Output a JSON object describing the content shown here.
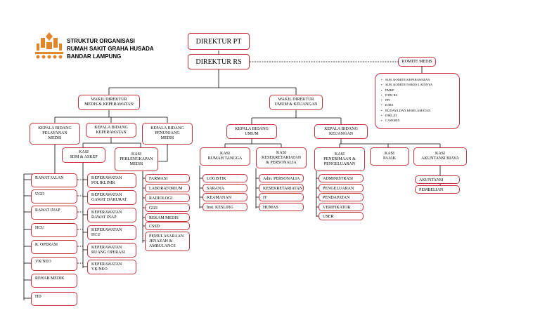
{
  "header": {
    "line1": "STRUKTUR ORGANISASI",
    "line2": "RUMAH SAKIT GRAHA HUSADA",
    "line3": "BANDAR LAMPUNG",
    "logo_color": "#e0852a"
  },
  "top": {
    "direktur_pt": "DIREKTUR PT",
    "direktur_rs": "DIREKTUR RS"
  },
  "komite": {
    "label": "KOMITE MEDIS",
    "items": [
      "SUB. KOMITE KEPERAWATAN",
      "SUB. KOMITE NAKES LAINNYA",
      "PMKP",
      "ETIK RS",
      "PPI",
      "K3RS",
      "BUDAYA DAN KESELAMATAN",
      "DIKLAT",
      "CASEMIX"
    ]
  },
  "wakil": {
    "medis": "WAKIL DIREKTUR\nMEDIS & KEPERAWATAN",
    "umum": "WAKIL DIREKTUR\nUMUM & KEUANGAN"
  },
  "kepala": {
    "pelayanan": "KEPALA BIDANG\nPELAYANAN\nMEDIS",
    "keperawatan": "KEPALA BIDANG\nKEPERAWATAN",
    "penunjang": "KEPALA BIDANG\nPENUNJANG\nMEDIS",
    "umum": "KEPALA BIDANG\nUMUM",
    "keuangan": "KEPALA BIDANG\nKEUANGAN"
  },
  "kasi": {
    "sdm": "KASI\nSDM & ASKEP",
    "perlengkapan": "KASI\nPERLENGKAPAN\nMEDIS",
    "rumah_tangga": "KASI\nRUMAH TANGGA",
    "kesekretariatan": "KASI\nKESEKRETARIATAN\n& PERSONALIA",
    "penerimaan": "KASI\nPENERIMAAN &\nPENGELUARAN",
    "pajak": "KASI\nPAJAK",
    "akuntansi": "KASI\nAKUNTANSI BIAYA"
  },
  "units": {
    "pelayanan": [
      "RAWAT JALAN",
      "UGD",
      "RAWAT INAP",
      "HCU",
      "R. OPERASI",
      "VK/NEO",
      "REHAB MEDIK",
      "HD"
    ],
    "keperawatan": [
      "KEPERAWATAN\nPOLIKLINIK",
      "KEPERAWATAN\nGAWAT DARURAT",
      "KEPERAWATAN\nRAWAT INAP",
      "KEPERAWATAN\nHCU",
      "KEPERAWATAN\nRUANG OPERASI",
      "KEPERAWATAN\nVK/NEO"
    ],
    "penunjang": [
      "FARMASI",
      "LABORATORIUM",
      "RADIOLOGI",
      "GIZI",
      "REKAM MEDIS",
      "CSSD",
      "PEMULASARAAN\nJENAZAH &\nAMBULANCE"
    ],
    "rumah_tangga": [
      "LOGISTIK",
      "SARANA",
      "KEAMANAN",
      "Inst. KESLING"
    ],
    "kesekretariatan": [
      "Adm. PERSONALIA",
      "KESEKRETARIATAN",
      "IT",
      "HUMAS"
    ],
    "penerimaan": [
      "ADMINISTRASI",
      "PENGELUARAN",
      "PENDAPATAN",
      "VERIFIKATOR",
      "USER"
    ],
    "akuntansi": [
      "AKUNTANSI",
      "PEMBELIAN"
    ]
  },
  "colors": {
    "box_border": "#c8323c",
    "line": "#000000"
  }
}
